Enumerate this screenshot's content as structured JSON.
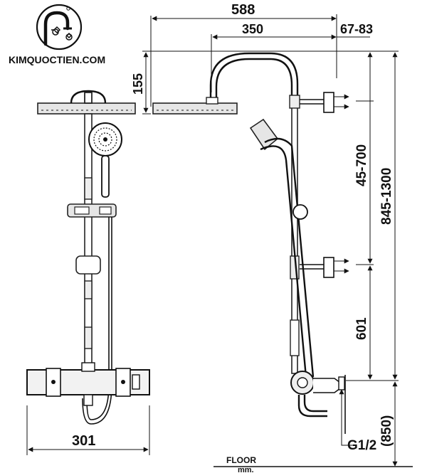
{
  "brand": {
    "website": "KIMQUOCTIEN.COM",
    "logo_icon": "faucet-flower-logo-icon"
  },
  "dimensions": {
    "overall_width": "588",
    "head_reach": "350",
    "wall_offset": "67-83",
    "head_drop": "155",
    "inlet_spacing": "45-700",
    "total_height": "845-1300",
    "valve_to_inlet": "601",
    "valve_height": "(850)",
    "front_width": "301",
    "connection": "G1/2"
  },
  "floor": {
    "label": "FLOOR",
    "unit": "mm."
  }
}
